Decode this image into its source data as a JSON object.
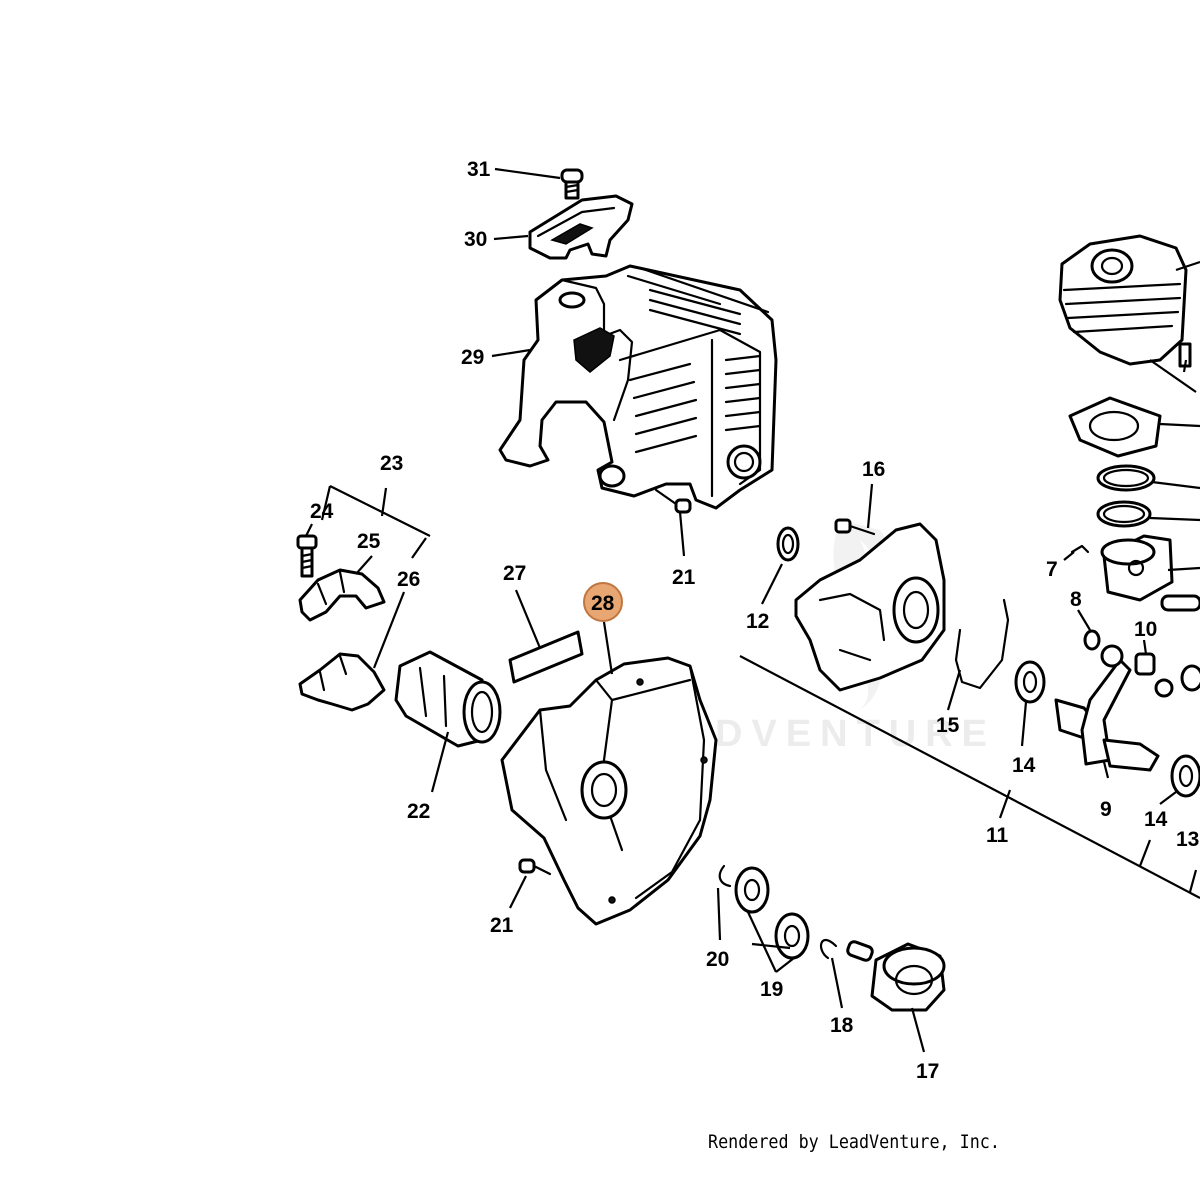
{
  "diagram": {
    "watermark": "LEADVENTURE",
    "highlighted_part": "28",
    "callouts": {
      "c31": "31",
      "c30": "30",
      "c29": "29",
      "c23": "23",
      "c24": "24",
      "c25": "25",
      "c26": "26",
      "c27": "27",
      "c28": "28",
      "c21a": "21",
      "c21b": "21",
      "c22": "22",
      "c16": "16",
      "c12": "12",
      "c15": "15",
      "c14a": "14",
      "c14b": "14",
      "c11": "11",
      "c7": "7",
      "c8": "8",
      "c10": "10",
      "c9": "9",
      "c13": "13",
      "c20": "20",
      "c19": "19",
      "c18": "18",
      "c17": "17"
    }
  },
  "footer": {
    "text": "Rendered by LeadVenture, Inc."
  },
  "colors": {
    "highlight_fill": "#e8a673",
    "line": "#000000",
    "watermark": "#ececec"
  }
}
